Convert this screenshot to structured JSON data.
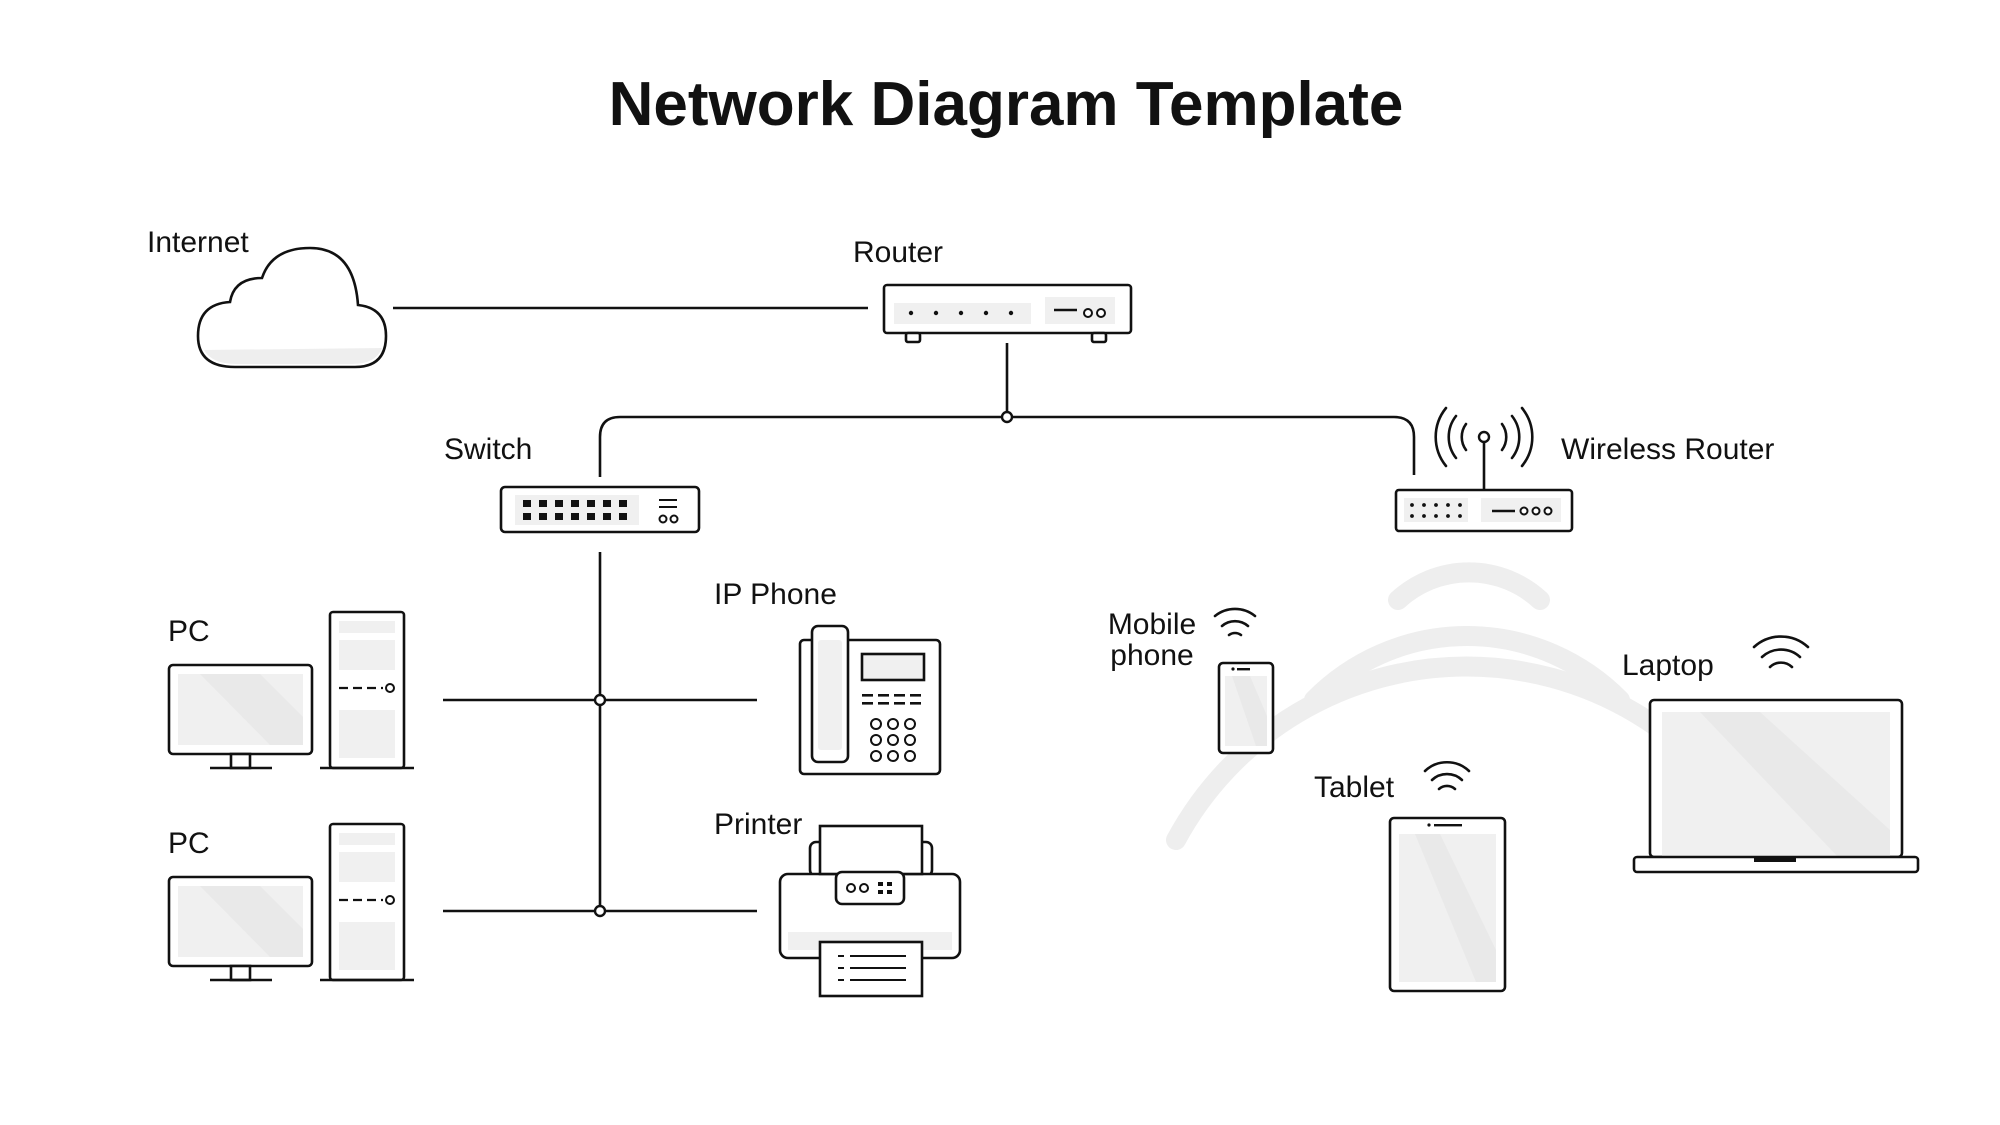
{
  "title": "Network Diagram Template",
  "nodes": {
    "internet": "Internet",
    "router": "Router",
    "switch": "Switch",
    "wireless_router": "Wireless Router",
    "pc_1": "PC",
    "pc_2": "PC",
    "ip_phone": "IP Phone",
    "printer": "Printer",
    "mobile_phone": [
      "Mobile",
      "phone"
    ],
    "tablet": "Tablet",
    "laptop": "Laptop"
  },
  "icons": [
    "cloud-icon",
    "router-icon",
    "switch-icon",
    "wireless-router-icon",
    "pc-icon",
    "ip-phone-icon",
    "printer-icon",
    "mobile-phone-icon",
    "tablet-icon",
    "laptop-icon",
    "wifi-icon"
  ],
  "colors": {
    "line": "#111111",
    "screen": "#f0f0f0",
    "background_wave": "#eeeeee"
  }
}
